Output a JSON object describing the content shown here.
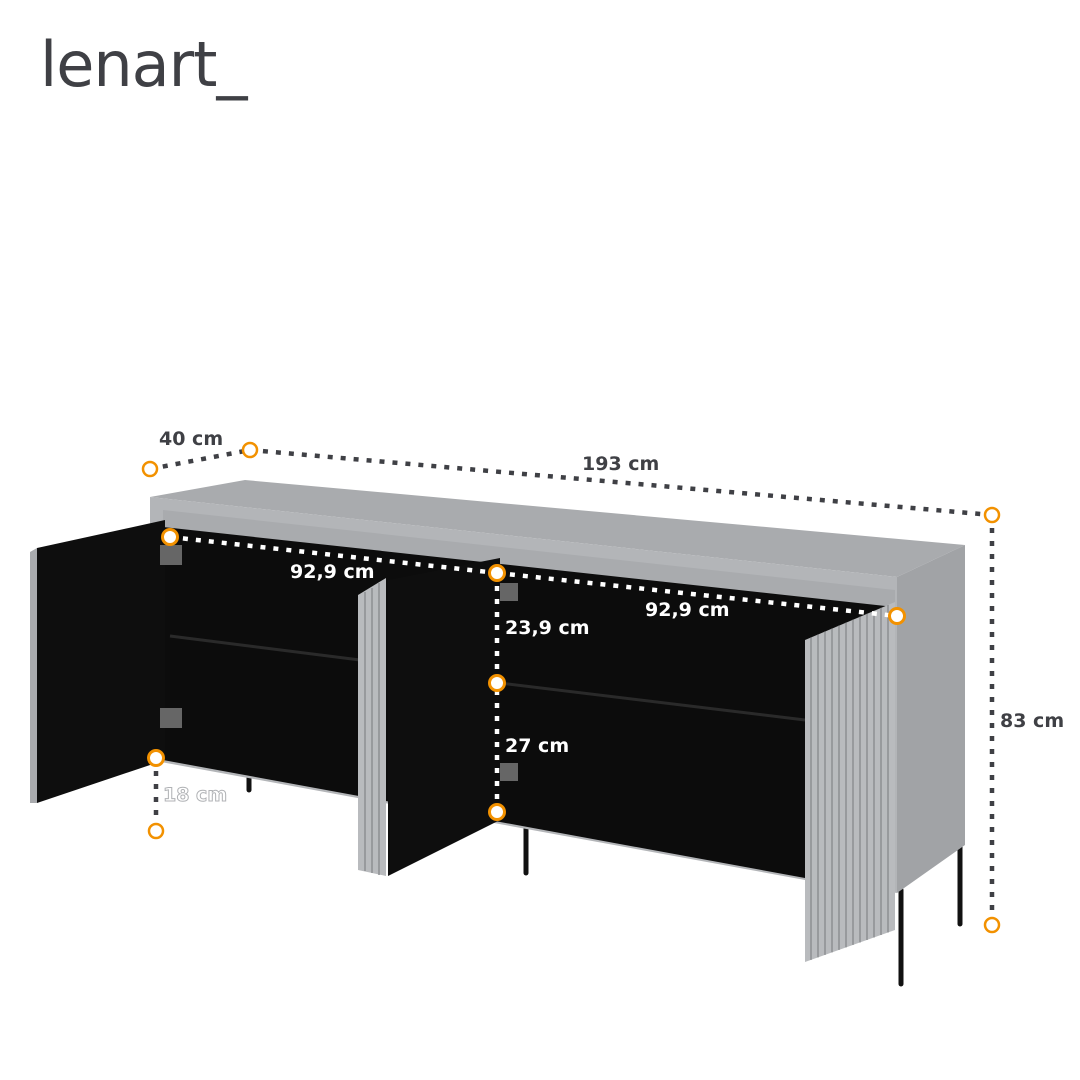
{
  "brand": {
    "logo_text": "lenart_"
  },
  "dimensions": {
    "depth": "40 cm",
    "width": "193 cm",
    "height": "83 cm",
    "compartment_width_left": "92,9 cm",
    "compartment_width_right": "92,9 cm",
    "upper_shelf_height": "23,9 cm",
    "lower_shelf_height": "27 cm",
    "leg_height": "18 cm"
  },
  "colors": {
    "accent": "#f29100",
    "text": "#3f4045",
    "body": "#a9abae",
    "interior": "#0c0c0c"
  }
}
